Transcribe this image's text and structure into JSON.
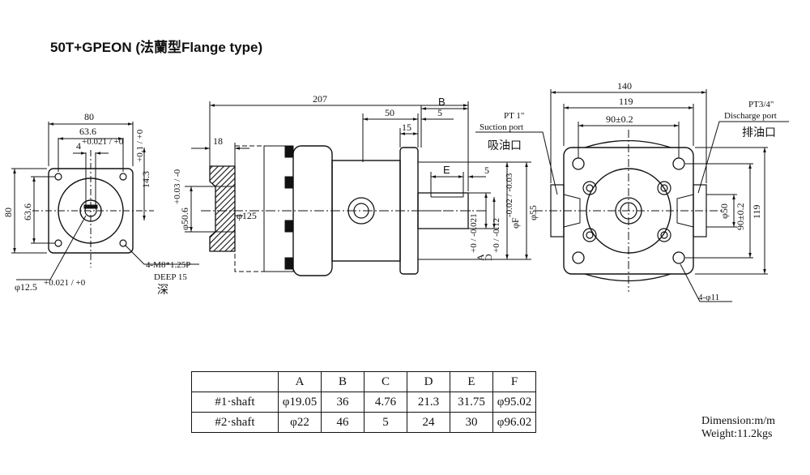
{
  "title": "50T+GPEON  (法蘭型Flange type)",
  "left_view": {
    "dim_width": "80",
    "dim_hole_spacing": "63.6",
    "dim_key": "4",
    "dim_key_tol": "+0.021 / +0",
    "dim_keyway": "14.3",
    "dim_keyway_tol": "+0.1 / +0",
    "dim_height": "80",
    "dim_height_spacing": "63.6",
    "tap_label": "4-M8*1.25P",
    "deep_label": "DEEP 15",
    "deep_cn": "深",
    "bore_label": "φ12.5",
    "bore_tol": "+0.021 / +0"
  },
  "side_view": {
    "dim_total": "207",
    "dim_18": "18",
    "dim_50": "50",
    "dim_5a": "5",
    "dim_15": "15",
    "dim_B": "B",
    "dim_E": "E",
    "dim_5b": "5",
    "dim_pilot": "φ50.6",
    "dim_pilot_tol": "+0.03 / -0",
    "dim_125": "φ125",
    "dim_A": "A",
    "dim_A_tol": "+0 / -0.021",
    "dim_D": "D",
    "dim_D_tol": "+0 / -0.12",
    "dim_F": "φF",
    "dim_F_tol": "-0.02 / -0.03",
    "dim_55": "φ55"
  },
  "right_view": {
    "dim_140": "140",
    "dim_119": "119",
    "dim_90": "90±0.2",
    "dim_50": "φ50",
    "dim_90v": "90±0.2",
    "dim_119v": "119",
    "holes": "4-φ11",
    "suction_label_1": "PT 1\"",
    "suction_label_2": "Suction port",
    "suction_cn": "吸油口",
    "discharge_label_1": "PT3/4\"",
    "discharge_label_2": "Discharge port",
    "discharge_cn": "排油口"
  },
  "table": {
    "headers": [
      "",
      "A",
      "B",
      "C",
      "D",
      "E",
      "F"
    ],
    "rows": [
      [
        "#1·shaft",
        "φ19.05",
        "36",
        "4.76",
        "21.3",
        "31.75",
        "φ95.02"
      ],
      [
        "#2·shaft",
        "φ22",
        "46",
        "5",
        "24",
        "30",
        "φ96.02"
      ]
    ]
  },
  "footer": {
    "dimension": "Dimension:m/m",
    "weight": "Weight:11.2kgs"
  }
}
